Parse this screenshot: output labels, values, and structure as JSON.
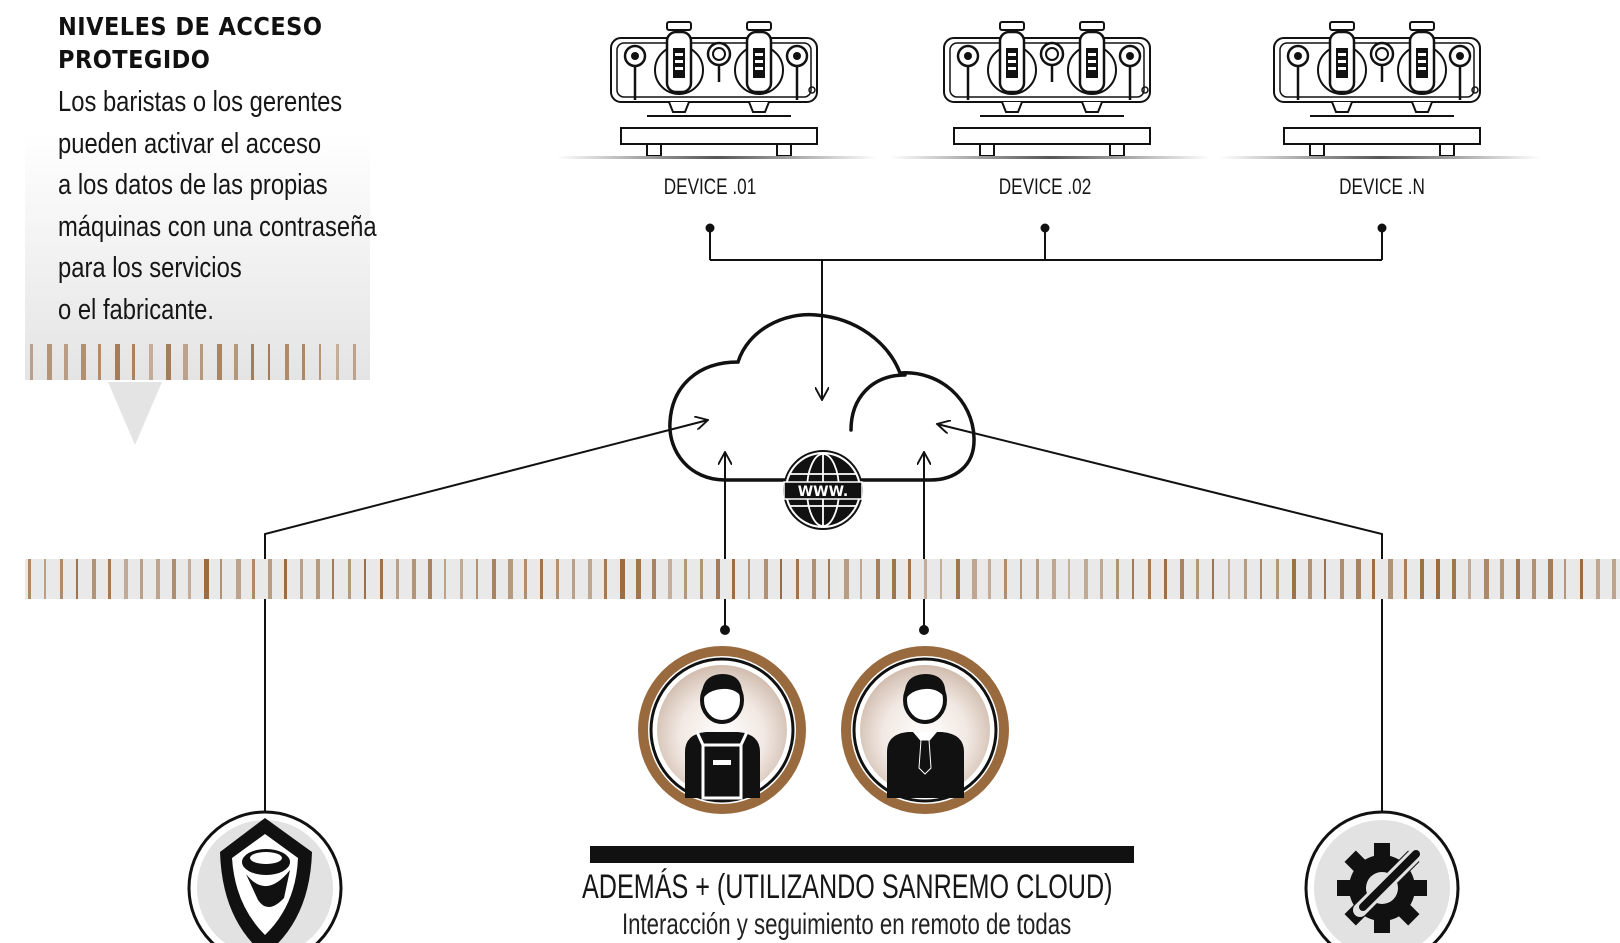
{
  "callout": {
    "title": "NIVELES DE ACCESO PROTEGIDO",
    "body_lines": [
      "Los baristas o los gerentes",
      "pueden activar el acceso",
      "a los datos de las propias",
      "máquinas con una contraseña",
      "para los servicios",
      "o el fabricante."
    ]
  },
  "devices": [
    {
      "label": "DEVICE .01"
    },
    {
      "label": "DEVICE .02"
    },
    {
      "label": "DEVICE .N"
    }
  ],
  "cloud": {
    "globe_text": "WWW."
  },
  "users": [
    {
      "icon": "barista-icon"
    },
    {
      "icon": "manager-icon"
    }
  ],
  "access_points": [
    {
      "icon": "manufacturer-shield-icon"
    },
    {
      "icon": "service-gear-icon"
    }
  ],
  "additional": {
    "title": "ADEMÁS + (UTILIZANDO SANREMO CLOUD)",
    "description": "Interacción y seguimiento en remoto de todas"
  },
  "colors": {
    "accent": "#9a6a3f",
    "dark": "#111111",
    "band": "#e8e8e8"
  }
}
